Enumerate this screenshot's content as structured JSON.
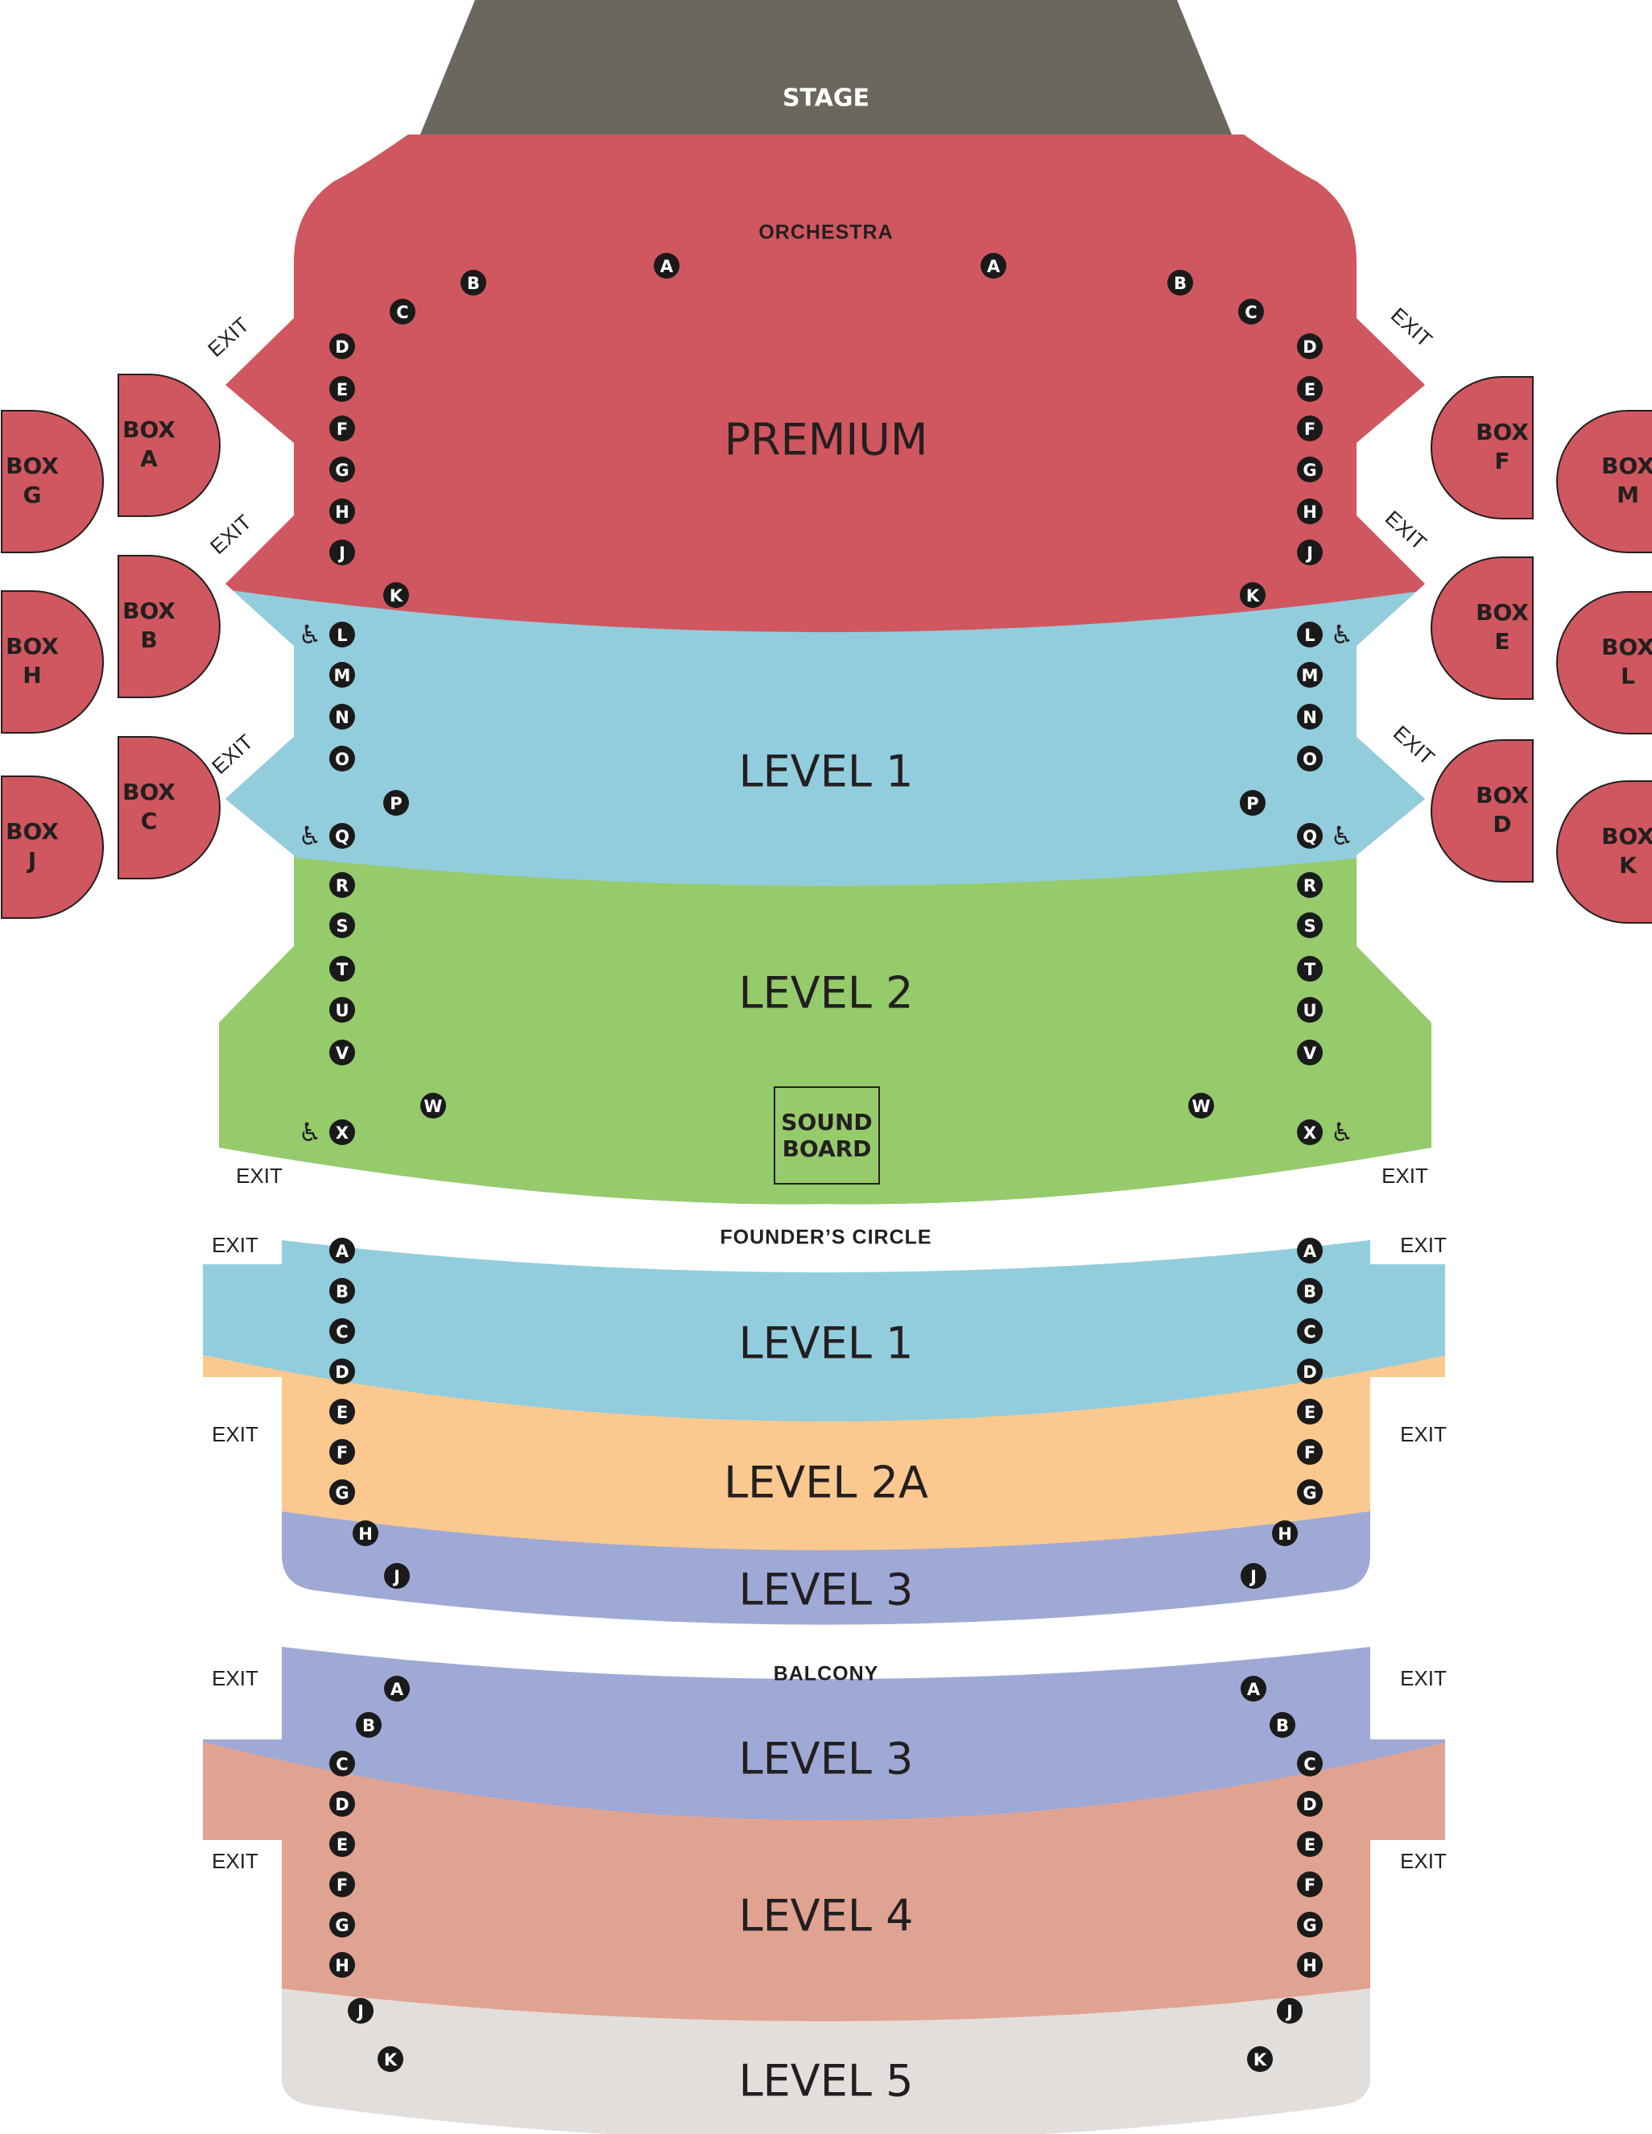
{
  "colors": {
    "stage": "#6b675e",
    "premium": "#d0575f",
    "level1": "#92cddd",
    "level2": "#95cb6b",
    "level2a": "#fbc98f",
    "level3": "#9ea9d6",
    "level4": "#e1a391",
    "level5": "#e2dedb",
    "box": "#d0575f",
    "row_badge": "#1a1a1a"
  },
  "stage": {
    "label": "STAGE"
  },
  "orchestra": {
    "header": "ORCHESTRA",
    "sections": {
      "premium": "PREMIUM",
      "level1": "LEVEL 1",
      "level2": "LEVEL 2"
    },
    "soundboard": [
      "SOUND",
      "BOARD"
    ],
    "exit_label": "EXIT",
    "boxes_left": [
      {
        "letter": "A",
        "word": "BOX"
      },
      {
        "letter": "B",
        "word": "BOX"
      },
      {
        "letter": "C",
        "word": "BOX"
      },
      {
        "letter": "G",
        "word": "BOX"
      },
      {
        "letter": "H",
        "word": "BOX"
      },
      {
        "letter": "J",
        "word": "BOX"
      }
    ],
    "boxes_right": [
      {
        "letter": "F",
        "word": "BOX"
      },
      {
        "letter": "E",
        "word": "BOX"
      },
      {
        "letter": "D",
        "word": "BOX"
      },
      {
        "letter": "M",
        "word": "BOX"
      },
      {
        "letter": "L",
        "word": "BOX"
      },
      {
        "letter": "K",
        "word": "BOX"
      }
    ],
    "rows": [
      "A",
      "B",
      "C",
      "D",
      "E",
      "F",
      "G",
      "H",
      "J",
      "K",
      "L",
      "M",
      "N",
      "O",
      "P",
      "Q",
      "R",
      "S",
      "T",
      "U",
      "V",
      "W",
      "X"
    ],
    "wheelchair_rows": [
      "L",
      "Q",
      "X"
    ],
    "wheelchair_icon": "♿"
  },
  "founders_circle": {
    "header": "FOUNDER’S CIRCLE",
    "sections": {
      "level1": "LEVEL 1",
      "level2a": "LEVEL 2A",
      "level3": "LEVEL 3"
    },
    "rows": [
      "A",
      "B",
      "C",
      "D",
      "E",
      "F",
      "G",
      "H",
      "J"
    ],
    "exit_label": "EXIT"
  },
  "balcony": {
    "header": "BALCONY",
    "sections": {
      "level3": "LEVEL 3",
      "level4": "LEVEL 4",
      "level5": "LEVEL 5"
    },
    "rows": [
      "A",
      "B",
      "C",
      "D",
      "E",
      "F",
      "G",
      "H",
      "J",
      "K"
    ],
    "exit_label": "EXIT"
  }
}
